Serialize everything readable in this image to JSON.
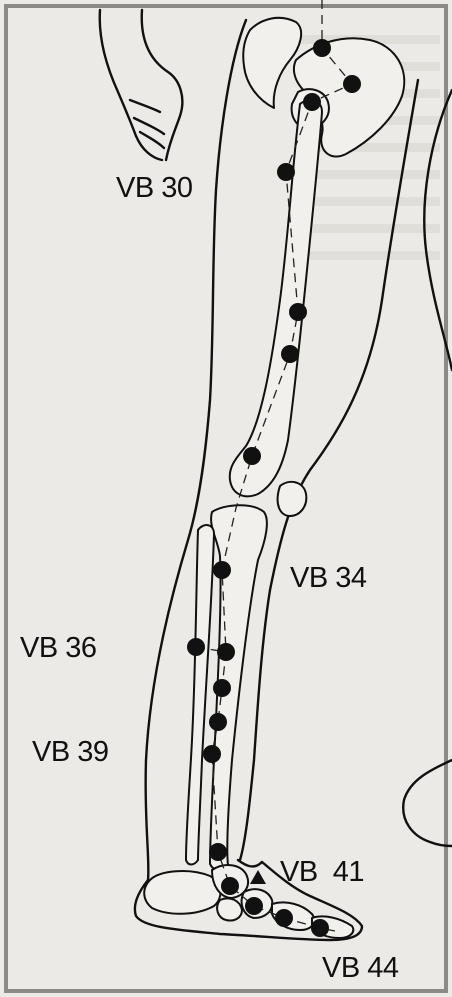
{
  "labels": {
    "vb30": "VB 30",
    "vb34": "VB 34",
    "vb36": "VB 36",
    "vb39": "VB 39",
    "vb41": "VB  41",
    "vb44": "VB 44"
  },
  "colors": {
    "paper": "#eceae6",
    "ink": "#111111",
    "frame": "#8c8a86"
  }
}
